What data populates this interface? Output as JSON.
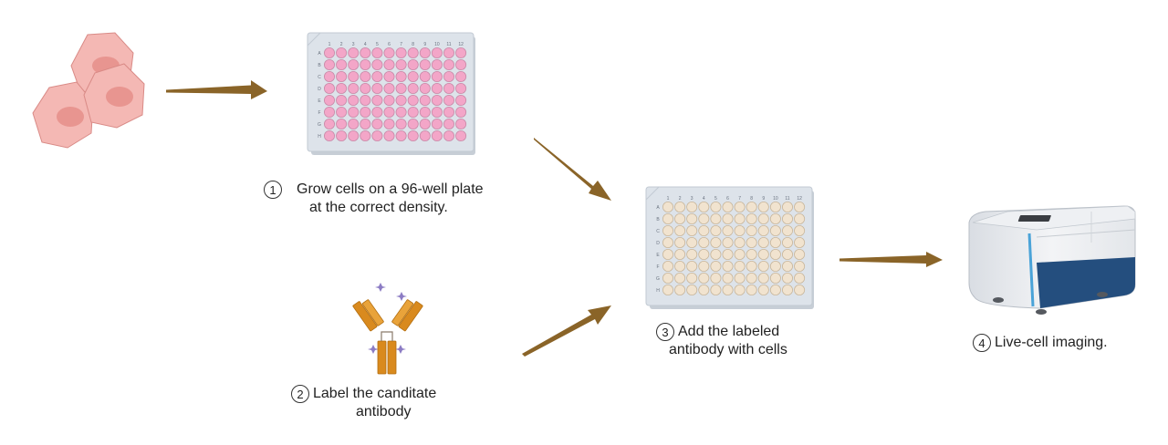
{
  "steps": [
    {
      "num": "1",
      "line1": "Grow cells on a 96-well plate",
      "line2": "at the correct density."
    },
    {
      "num": "2",
      "line1": "Label the canditate",
      "line2": "antibody"
    },
    {
      "num": "3",
      "line1": "Add the labeled",
      "line2": "antibody with cells"
    },
    {
      "num": "4",
      "line1": "Live-cell imaging.",
      "line2": ""
    }
  ],
  "plate_cols": [
    "1",
    "2",
    "3",
    "4",
    "5",
    "6",
    "7",
    "8",
    "9",
    "10",
    "11",
    "12"
  ],
  "plate_rows": [
    "A",
    "B",
    "C",
    "D",
    "E",
    "F",
    "G",
    "H"
  ],
  "colors": {
    "arrow": "#8a6428",
    "cell_fill": "#f4b8b4",
    "cell_nucleus": "#e89590",
    "cell_stroke": "#d98a86",
    "well_pink": "#f3a6c8",
    "well_beige": "#f1e3cf",
    "plate_body": "#dde3ea",
    "antibody": "#d98a1e",
    "fluor": "#8c7cc4",
    "imager_blue": "#244e7e"
  }
}
